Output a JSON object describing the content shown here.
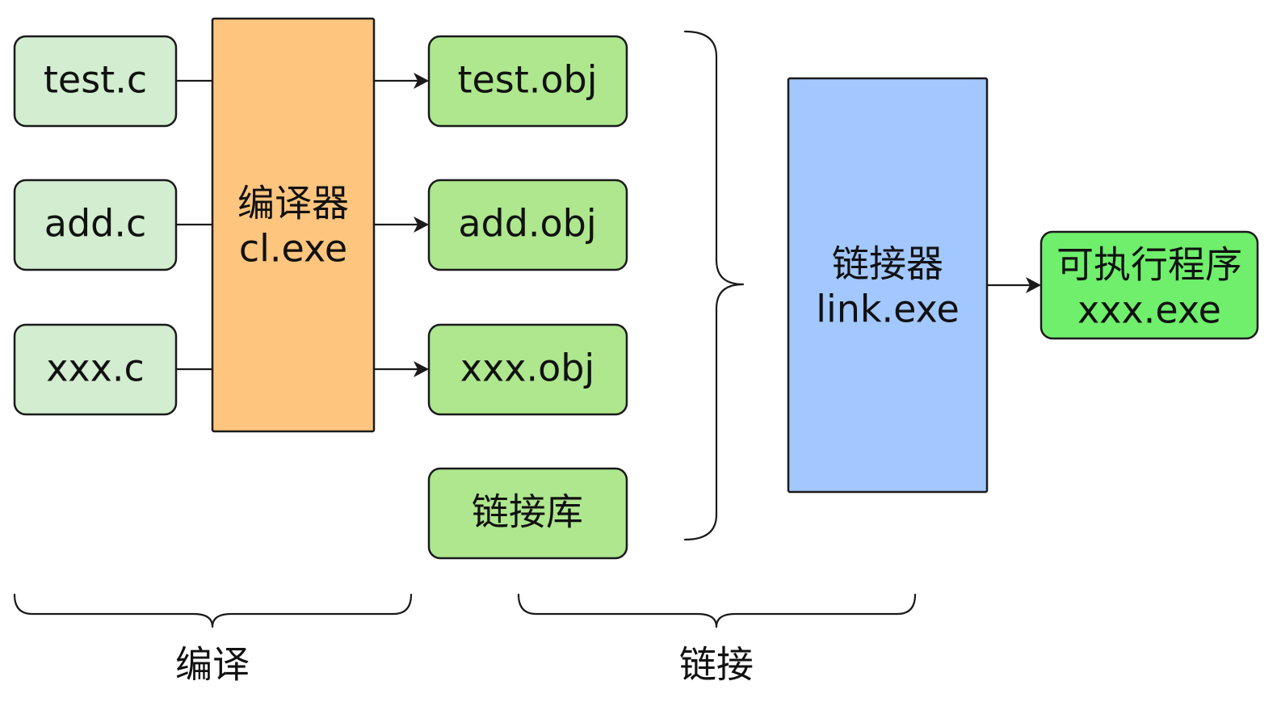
{
  "colors": {
    "source_fill": "#d2edcf",
    "object_fill": "#aee78e",
    "compiler_fill": "#fec57e",
    "linker_fill": "#a2c8ff",
    "output_fill": "#6fef6c",
    "stroke": "#1a1a1a"
  },
  "sources": [
    {
      "label": "test.c"
    },
    {
      "label": "add.c"
    },
    {
      "label": "xxx.c"
    }
  ],
  "compiler": {
    "name": "编译器",
    "exe": "cl.exe"
  },
  "objects": [
    {
      "label": "test.obj"
    },
    {
      "label": "add.obj"
    },
    {
      "label": "xxx.obj"
    },
    {
      "label": "链接库"
    }
  ],
  "linker": {
    "name": "链接器",
    "exe": "link.exe"
  },
  "output": {
    "name": "可执行程序",
    "exe": "xxx.exe"
  },
  "stages": {
    "compile": "编译",
    "link": "链接"
  }
}
